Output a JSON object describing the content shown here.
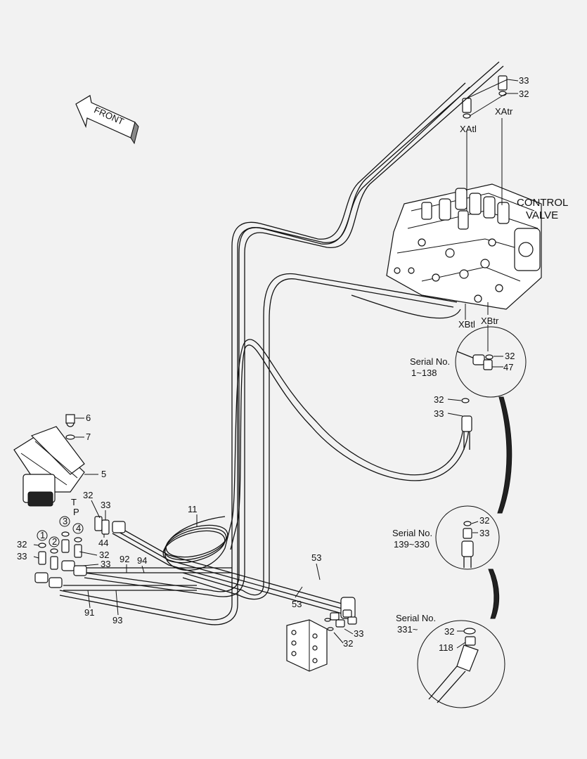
{
  "direction": "FRONT",
  "control_valve": {
    "line1": "CONTROL",
    "line2": "VALVE"
  },
  "ports": {
    "xatl": "XAtl",
    "xatr": "XAtr",
    "xbtl": "XBtl",
    "xbtr": "XBtr",
    "t": "T",
    "p": "P"
  },
  "serials": {
    "s1": {
      "line1": "Serial No.",
      "line2": "1~138"
    },
    "s2": {
      "line1": "Serial No.",
      "line2": "139~330"
    },
    "s3": {
      "line1": "Serial No.",
      "line2": "331~"
    }
  },
  "circled": [
    "1",
    "2",
    "3",
    "4"
  ],
  "parts": {
    "p5": "5",
    "p6": "6",
    "p7": "7",
    "p11": "11",
    "p32": "32",
    "p33": "33",
    "p44": "44",
    "p47": "47",
    "p53": "53",
    "p91": "91",
    "p92": "92",
    "p93": "93",
    "p94": "94",
    "p118": "118"
  }
}
